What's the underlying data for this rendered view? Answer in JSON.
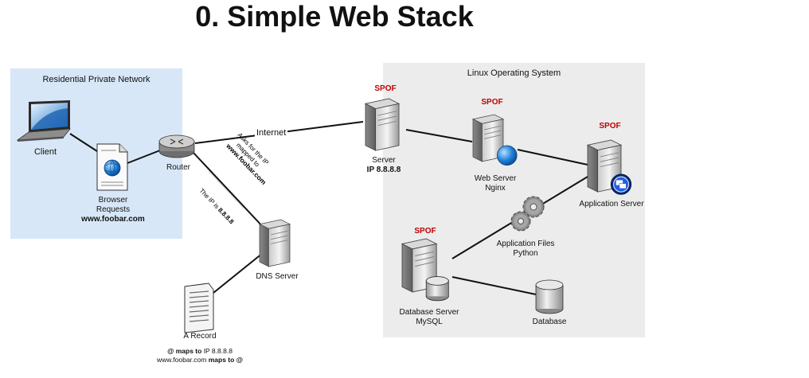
{
  "title": "0. Simple Web Stack",
  "zones": {
    "residential": "Residential Private Network",
    "linux": "Linux Operating System"
  },
  "spof": "SPOF",
  "nodes": {
    "client": "Client",
    "browser_line1": "Browser",
    "browser_line2": "Requests",
    "browser_line3": "www.foobar.com",
    "router": "Router",
    "dns": "DNS Server",
    "arecord": "A Record",
    "server_line1": "Server",
    "server_line2": "IP 8.8.8.8",
    "web_line1": "Web Server",
    "web_line2": "Nginx",
    "app": "Application Server",
    "files_line1": "Application Files",
    "files_line2": "Python",
    "db_line1": "Database Server",
    "db_line2": "MySQL",
    "database": "Database"
  },
  "edges": {
    "internet": "Internet",
    "ask_1": "Asks for the IP",
    "ask_2": "mapped to",
    "ask_3": "www.foobar.com",
    "answer_prefix": "The IP is ",
    "answer_ip": "8.8.8.8"
  },
  "record": {
    "line1_a": "@",
    "line1_b": " maps to ",
    "line1_c": "IP 8.8.8.8",
    "line2_a": "www.foobar.com",
    "line2_b": " maps to ",
    "line2_c": "@"
  }
}
